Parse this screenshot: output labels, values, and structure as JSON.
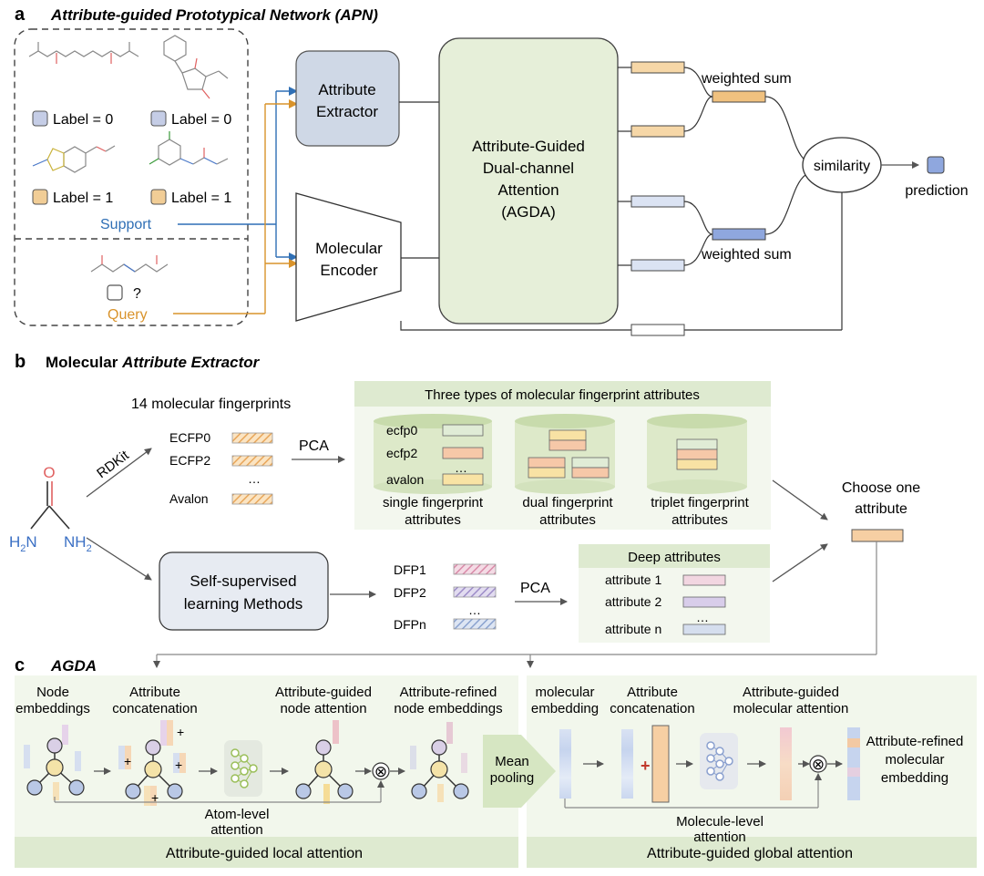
{
  "panel_a": {
    "letter": "a",
    "title": "Attribute-guided Prototypical Network (APN)",
    "labels": [
      "Label = 0",
      "Label = 0",
      "Label = 1",
      "Label = 1"
    ],
    "support": "Support",
    "query": "Query",
    "query_mark": "?",
    "attribute_extractor": [
      "Attribute",
      "Extractor"
    ],
    "molecular_encoder": [
      "Molecular",
      "Encoder"
    ],
    "agda_box": [
      "Attribute-Guided",
      "Dual-channel",
      "Attention",
      "(AGDA)"
    ],
    "weighted_sum": "weighted sum",
    "similarity": "similarity",
    "prediction": "prediction",
    "colors": {
      "support": "#2f6fb5",
      "query": "#d9932b",
      "orange_bar": "#f6d7a7",
      "blue_bar": "#c9d6ee",
      "agda_fill": "#e6efd9",
      "extractor_fill": "#cfd8e6"
    }
  },
  "panel_b": {
    "letter": "b",
    "title_plain": "Molecular ",
    "title_italic": "Attribute Extractor",
    "rdkit": "RDKit",
    "fp_header": "14 molecular fingerprints",
    "fingerprints": [
      "ECFP0",
      "ECFP2",
      "…",
      "Avalon"
    ],
    "pca": "PCA",
    "fp_types_title": "Three types of molecular fingerprint  attributes",
    "single_items": [
      "ecfp0",
      "ecfp2",
      "…",
      "avalon"
    ],
    "single_label": [
      "single fingerprint",
      "attributes"
    ],
    "dual_label": [
      "dual fingerprint",
      "attributes"
    ],
    "triplet_label": [
      "triplet fingerprint",
      "attributes"
    ],
    "choose": [
      "Choose one",
      "attribute"
    ],
    "ssl_box": [
      "Self-supervised",
      "learning Methods"
    ],
    "dfp": [
      "DFP1",
      "DFP2",
      "…",
      "DFPn"
    ],
    "deep_title": "Deep attributes",
    "deep_items": [
      "attribute 1",
      "attribute 2",
      "…",
      "attribute n"
    ],
    "molecule_text": {
      "o": "O",
      "n_left": "H",
      "n_left_sub": "2",
      "n_left_n": "N",
      "n_right": "NH",
      "n_right_sub": "2"
    }
  },
  "panel_c": {
    "letter": "c",
    "title": "AGDA",
    "node_embeddings": [
      "Node",
      "embeddings"
    ],
    "attr_concat": [
      "Attribute",
      "concatenation"
    ],
    "attr_guided_node": [
      "Attribute-guided",
      "node attention"
    ],
    "attr_refined_node": [
      "Attribute-refined",
      "node embeddings"
    ],
    "atom_level": [
      "Atom-level",
      "attention"
    ],
    "local": "Attribute-guided local attention",
    "mean_pooling": [
      "Mean",
      "pooling"
    ],
    "mol_embedding": [
      "molecular",
      "embedding"
    ],
    "attr_concat2": [
      "Attribute",
      "concatenation"
    ],
    "attr_guided_mol": [
      "Attribute-guided",
      "molecular attention"
    ],
    "attr_refined_mol": [
      "Attribute-refined",
      "molecular",
      "embedding"
    ],
    "molecule_level": [
      "Molecule-level",
      "attention"
    ],
    "global": "Attribute-guided global attention",
    "plus": "+",
    "times": "⊗"
  }
}
